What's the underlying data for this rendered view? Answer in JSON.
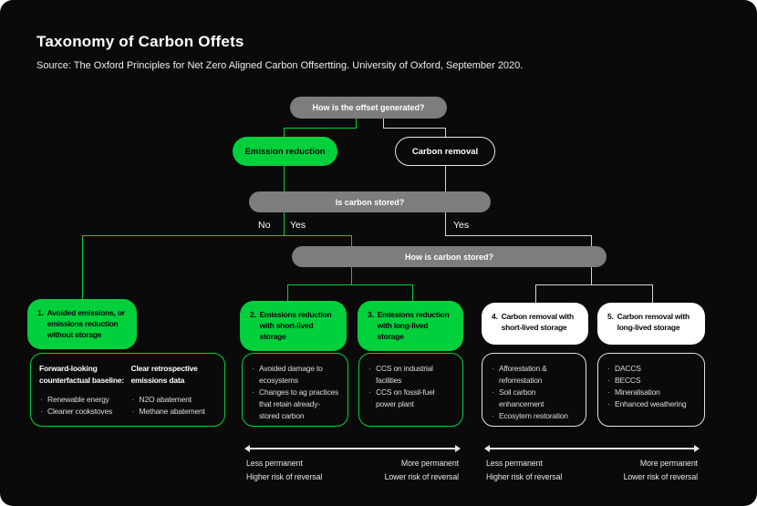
{
  "page": {
    "title": "Taxonomy of Carbon Offets",
    "source": "Source: The Oxford Principles for Net Zero Aligned Carbon Offsertting. University of Oxford, September 2020."
  },
  "flow": {
    "q_generated": "How is the offset generated?",
    "emission_reduction": "Emission reduction",
    "carbon_removal": "Carbon removal",
    "q_stored": "Is carbon stored?",
    "label_no": "No",
    "label_yes_left": "Yes",
    "label_yes_right": "Yes",
    "q_how_stored": "How is carbon stored?"
  },
  "categories": [
    {
      "number": "1.",
      "label": "Avoided emissions, or emissions reduction without storage"
    },
    {
      "number": "2.",
      "label": "Emissions reduction with short-lived storage"
    },
    {
      "number": "3.",
      "label": "Emissions reduction with long-lived storage"
    },
    {
      "number": "4.",
      "label": "Carbon removal with short-lived storage"
    },
    {
      "number": "5.",
      "label": "Carbon removal with long-lived storage"
    }
  ],
  "details": {
    "box1": {
      "columns": [
        {
          "header": "Forward-looking counterfactual baseline:",
          "items": [
            "Renewable energy",
            "Cleaner cookstoves"
          ]
        },
        {
          "header": "Clear retrospective emissions data",
          "items": [
            "N2O abatement",
            "Methane abatement"
          ]
        }
      ]
    },
    "box2": {
      "items": [
        "Avoided damage to ecosystems",
        "Changes to ag practices that retain already-stored carbon"
      ]
    },
    "box3": {
      "items": [
        "CCS on industrial facilities",
        "CCS on fossil-fuel power plant"
      ]
    },
    "box4": {
      "items": [
        "Afforestation & reforrestation",
        "Soil carbon enhancement",
        "Ecosytem restoration"
      ]
    },
    "box5": {
      "items": [
        "DACCS",
        "BECCS",
        "Mineralisation",
        "Enhanced weathering"
      ]
    }
  },
  "axes": {
    "left": {
      "start_top": "Less permanent",
      "start_bottom": "Higher risk of reversal",
      "end_top": "More permanent",
      "end_bottom": "Lower risk of reversal"
    },
    "right": {
      "start_top": "Less permanent",
      "start_bottom": "Higher risk of reversal",
      "end_top": "More permanent",
      "end_bottom": "Lower risk of reversal"
    }
  },
  "colors": {
    "accent_green": "#00d03c",
    "pill_gray": "#7d7d7d",
    "background": "#0a0a0a",
    "text_white": "#ffffff"
  }
}
